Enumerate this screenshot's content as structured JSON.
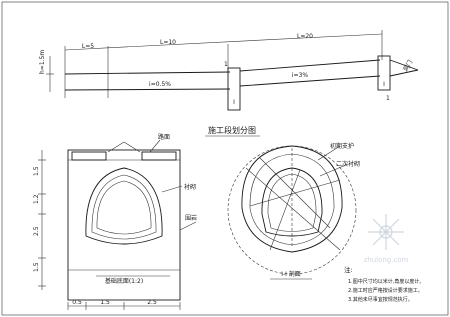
{
  "profile": {
    "dim_left": "L=5",
    "dim_mid": "L=10",
    "dim_right": "L=20",
    "height_label": "h=1.5m",
    "slope_left": "i=0.5%",
    "slope_right": "i=3%",
    "mark_1": "1",
    "mark_2": "1",
    "box_label": "I",
    "box_label_right": "I",
    "right_label": "洞门"
  },
  "caption": "施工段划分图",
  "front_view": {
    "top_label": "路面",
    "right_label": "衬砌",
    "side_label": "围岩",
    "bottom_label": "基础底面(1:2)",
    "dims_left": [
      "1.5",
      "1.2",
      "2.5",
      "1.5"
    ],
    "dims_bottom": [
      "0.5",
      "1.5",
      "2.5"
    ]
  },
  "section": {
    "label_a": "初期支护",
    "label_b": "二次衬砌",
    "caption": "I-I 剖面"
  },
  "notes": {
    "title": "注:",
    "lines": [
      "1.图中尺寸均以米计,角度以度计。",
      "2.施工时应严格按设计要求施工。",
      "3.其他未尽事宜按规范执行。"
    ]
  },
  "watermark": "zhulong.com"
}
